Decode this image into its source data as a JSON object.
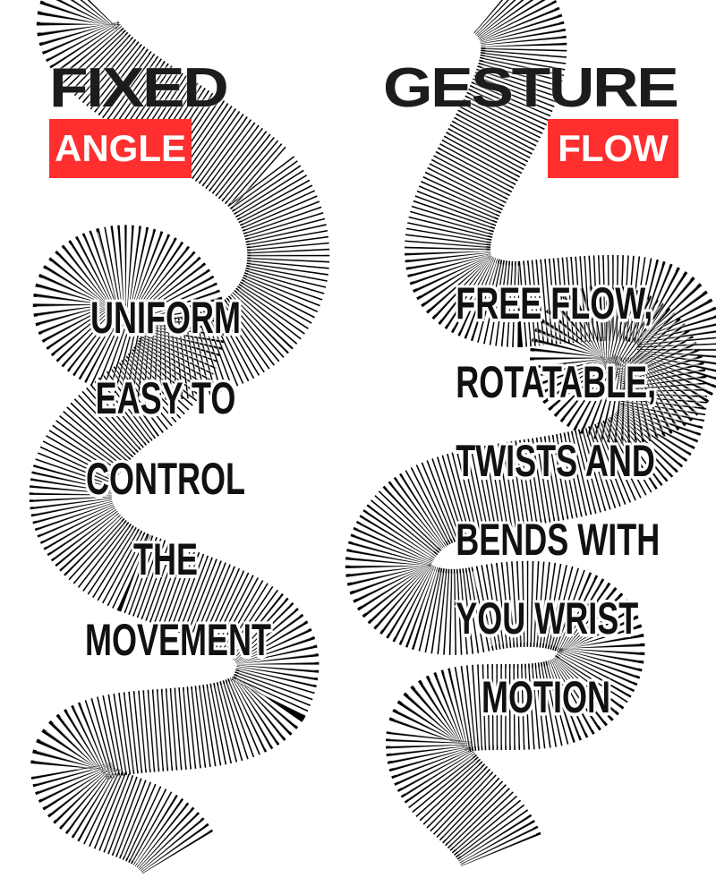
{
  "left": {
    "title": "FIXED",
    "tag": "ANGLE",
    "lines": [
      "UNIFORM",
      "EASY TO",
      "CONTROL",
      "THE",
      "MOVEMENT"
    ]
  },
  "right": {
    "title": "GESTURE",
    "tag": "FLOW",
    "lines": [
      "FREE FLOW,",
      "ROTATABLE,",
      "TWISTS AND",
      "BENDS WITH",
      "YOU WRIST",
      "MOTION"
    ]
  },
  "colors": {
    "accent": "#ff2f2f",
    "ink": "#1c1c1c"
  },
  "icons": [
    "snake-illustration-left",
    "snake-illustration-right"
  ]
}
